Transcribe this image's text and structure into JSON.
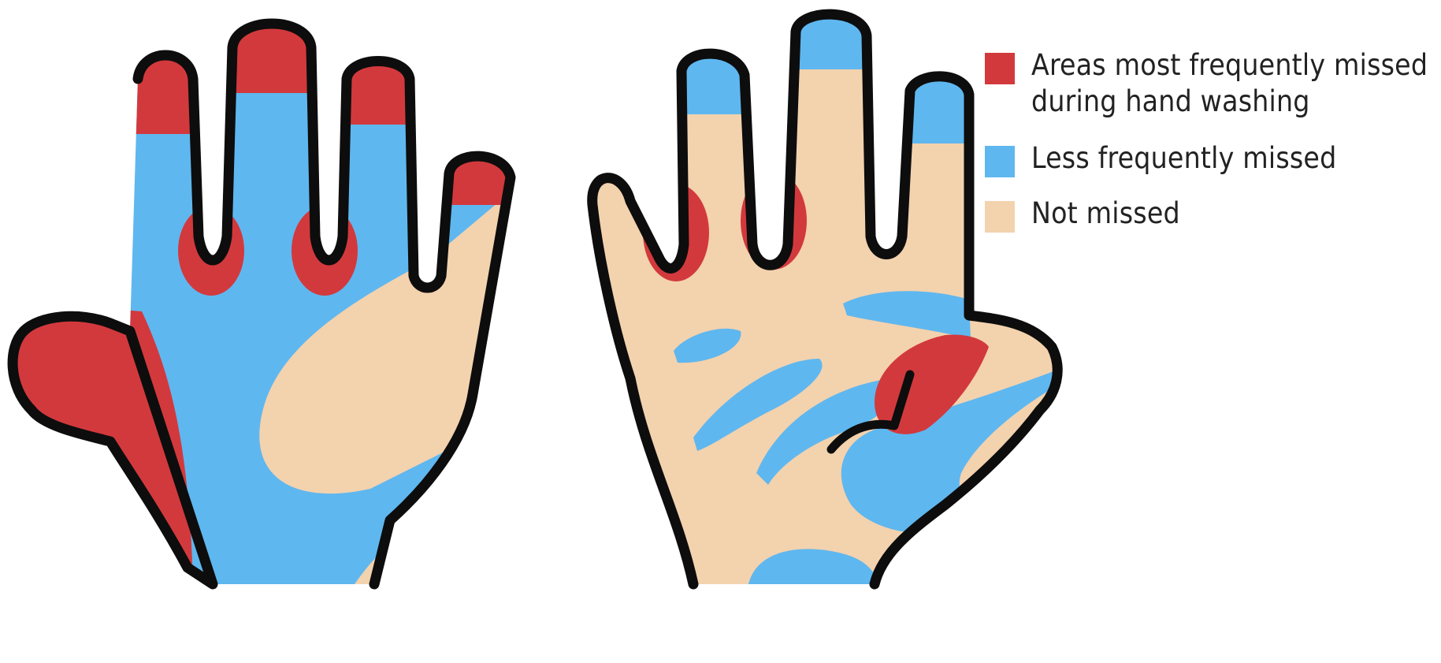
{
  "colors": {
    "most_missed": "#d2393d",
    "less_missed": "#5fb7ef",
    "not_missed": "#f3d2ae",
    "outline": "#0d0d0d",
    "background": "#ffffff"
  },
  "legend": {
    "items": [
      {
        "key": "most_missed",
        "line1": "Areas most frequently missed",
        "line2": "during hand washing"
      },
      {
        "key": "less_missed",
        "line1": "Less frequently missed"
      },
      {
        "key": "not_missed",
        "line1": "Not missed"
      }
    ]
  }
}
